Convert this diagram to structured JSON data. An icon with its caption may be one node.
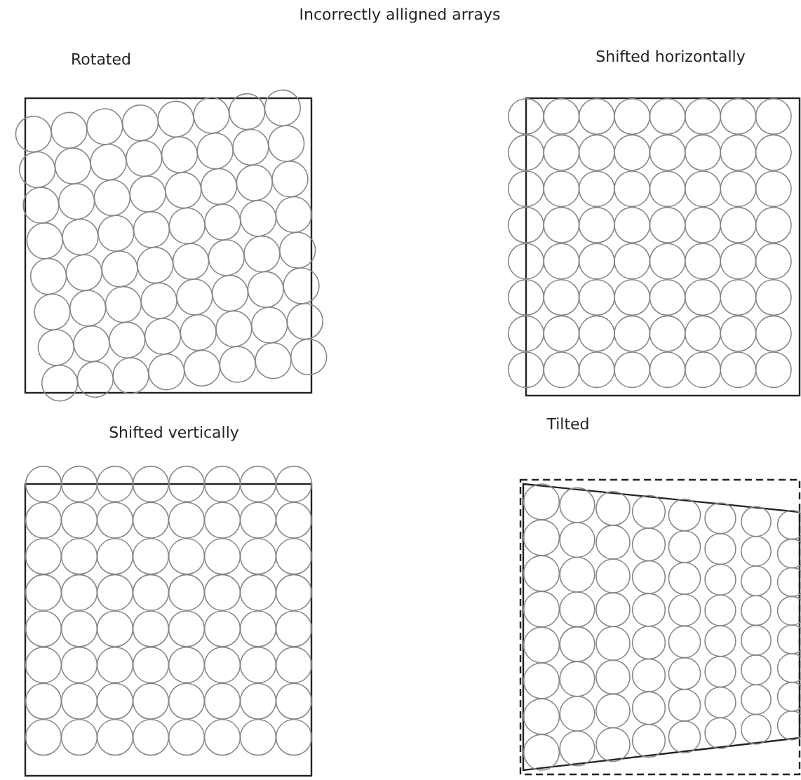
{
  "diagram": {
    "title": "Incorrectly alligned arrays",
    "labels": [
      "Rotated",
      "Shifted horizontally",
      "Shifted vertically",
      "Tilted"
    ]
  }
}
